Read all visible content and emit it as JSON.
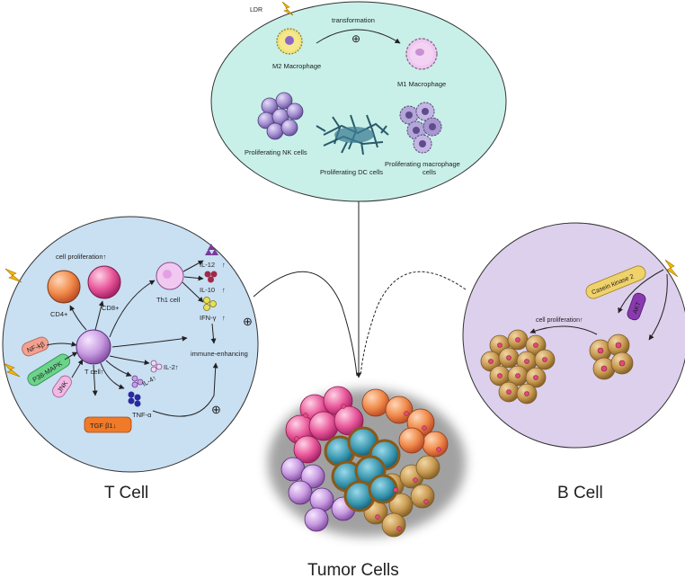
{
  "ldr_label": "LDR",
  "top_panel": {
    "transformation": "transformation",
    "plus": "⊕",
    "m2_macrophage": "M2 Macrophage",
    "m1_macrophage": "M1 Macrophage",
    "nk_cells": "Proliferating NK cells",
    "dc_cells": "Proliferating DC cells",
    "macrophage_cells_line1": "Proliferating macrophage",
    "macrophage_cells_line2": "cells"
  },
  "t_panel": {
    "cell_proliferation": "cell proliferation↑",
    "cd4": "CD4+",
    "cd8": "CD8+",
    "th1_cell": "Th1 cell",
    "il12": "IL-12",
    "il10": "IL-10",
    "ifng": "IFN-γ",
    "up1": "↑",
    "up2": "↑",
    "up3": "↑",
    "plus1": "⊕",
    "plus2": "⊕",
    "nfkb": "NF-kβ",
    "p38": "P38-MAPK",
    "jnk": "JNK",
    "t_cell": "T cell↑",
    "il2": "IL-2↑",
    "il4": "IL-4↑",
    "immune": "immune-enhancing",
    "tgf": "TGF β1↓",
    "tnf": "TNF-α"
  },
  "b_panel": {
    "casein": "Casein kinase 2",
    "akt": "AKT",
    "cell_proliferation": "cell proliferation↑"
  },
  "captions": {
    "t_cell": "T Cell",
    "b_cell": "B Cell",
    "tumor": "Tumor Cells"
  },
  "colors": {
    "top_panel": "#c8f0e8",
    "t_panel": "#c9dff2",
    "b_panel": "#ddd0ec",
    "pink": "#e8579a",
    "orange": "#f08a4a",
    "purple": "#c79ae0",
    "teal": "#2f8fa8",
    "gold": "#c89a52"
  }
}
